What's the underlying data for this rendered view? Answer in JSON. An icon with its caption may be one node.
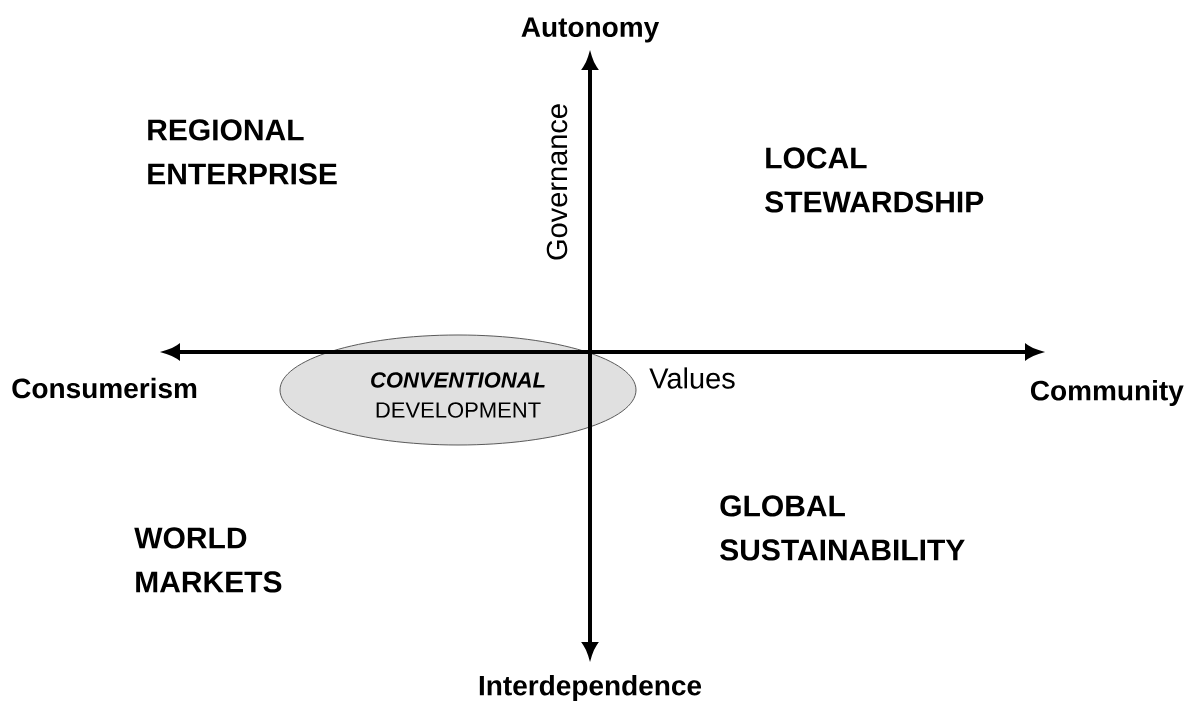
{
  "diagram": {
    "nodes": [
      {
        "text": [
          "CONVENTIONAL",
          "DEVELOPMENT"
        ]
      }
    ],
    "labels": [
      "Autonomy",
      "Governance",
      "REGIONAL ENTERPRISE",
      "LOCAL STEWARDSHIP",
      "Consumerism",
      "Values",
      "Community",
      "WORLD MARKETS",
      "GLOBAL SUSTAINABILITY",
      "Interdependence"
    ]
  }
}
